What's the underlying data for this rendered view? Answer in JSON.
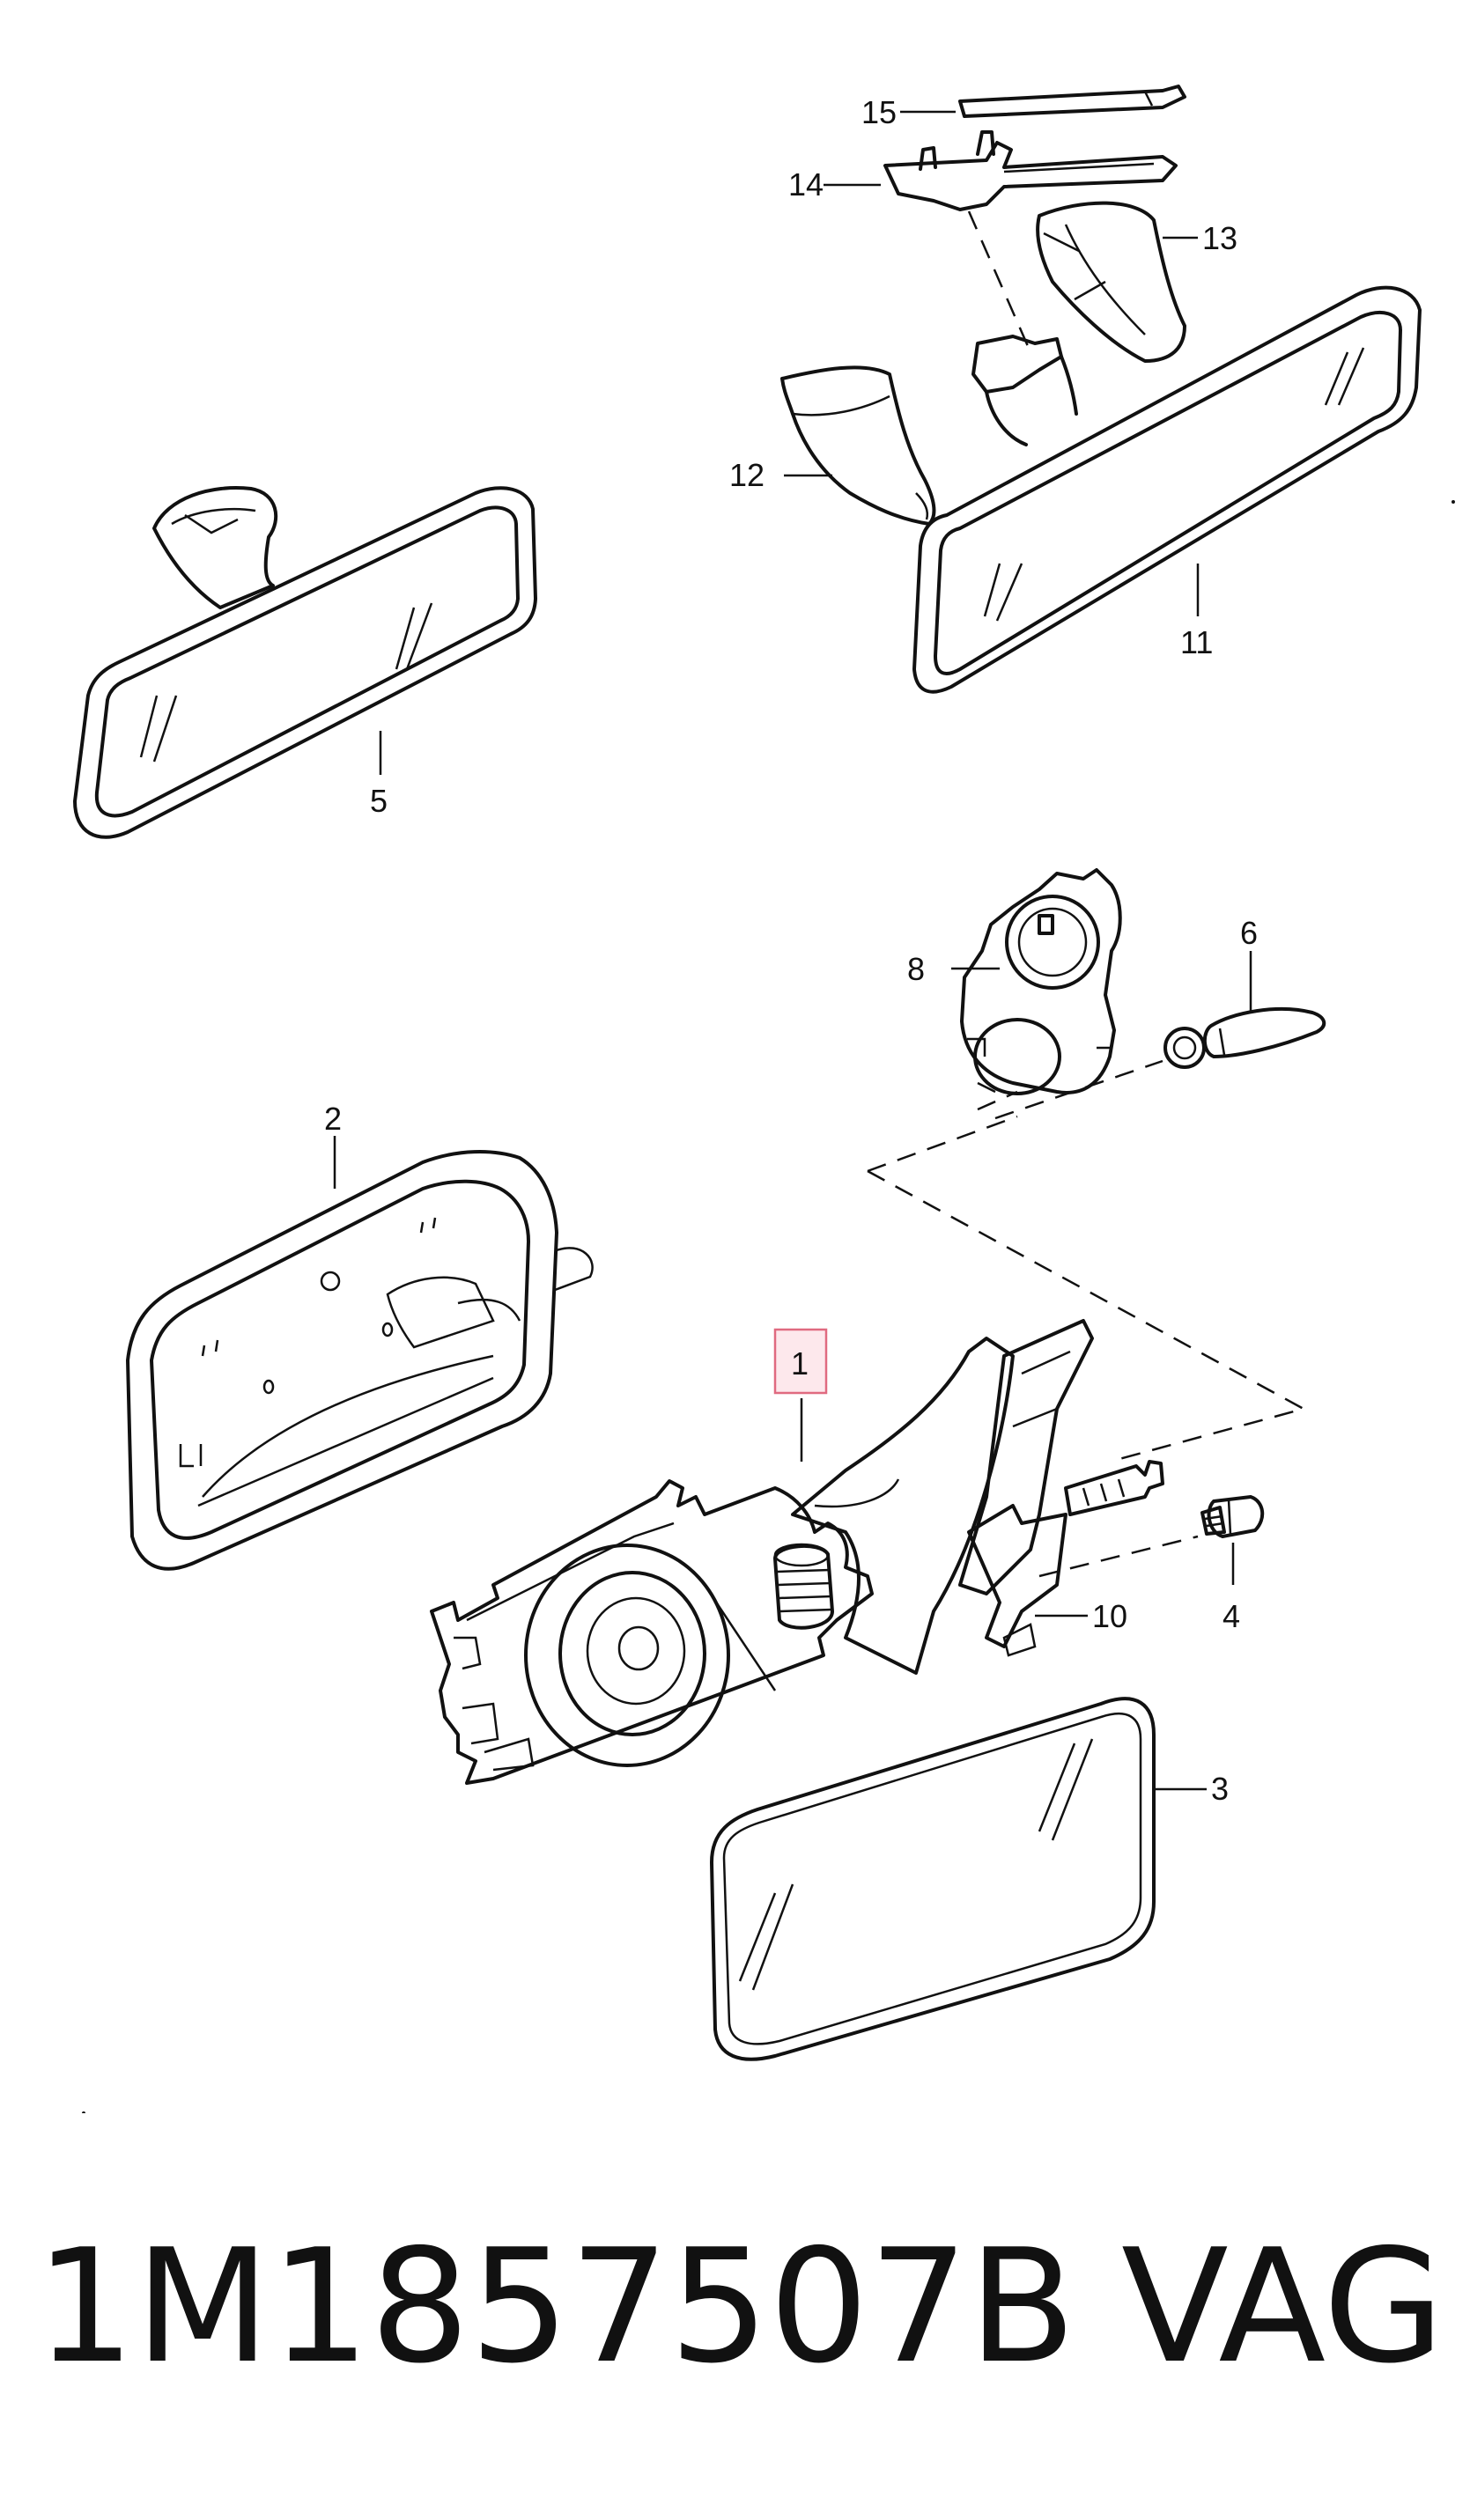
{
  "callouts": {
    "p1": "1",
    "p2": "2",
    "p3": "3",
    "p4": "4",
    "p5": "5",
    "p6": "6",
    "p8": "8",
    "p10": "10",
    "p11": "11",
    "p12": "12",
    "p13": "13",
    "p14": "14",
    "p15": "15"
  },
  "highlight_color": "#e06a80",
  "footer": {
    "part_number": "1M1857507B",
    "brand": "VAG"
  }
}
